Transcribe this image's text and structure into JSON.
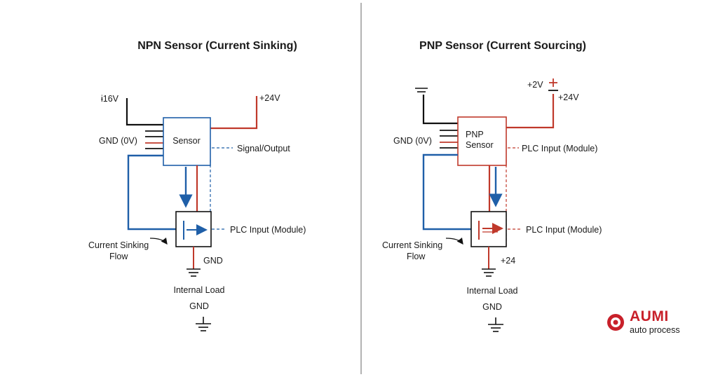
{
  "colors": {
    "red": "#c0392b",
    "blue": "#1f5fa8",
    "black": "#111111",
    "divider": "#9a9a9a"
  },
  "npn": {
    "title": "NPN Sensor (Current Sinking)",
    "supply_left": "ɨ16V",
    "supply_right": "+24V",
    "gnd_label": "GND (0V)",
    "sensor_label": "Sensor",
    "signal_label": "Signal/Output",
    "plc_label": "PLC Input (Module)",
    "flow_line1": "Current Sinking",
    "flow_line2": "Flow",
    "module_gnd": "GND",
    "internal_load": "Internal Load",
    "bottom_gnd": "GND"
  },
  "pnp": {
    "title": "PNP Sensor (Current Sourcing)",
    "supply_top": "+2V",
    "supply_right": "+24V",
    "gnd_label": "GND (0V)",
    "sensor_line1": "PNP",
    "sensor_line2": "Sensor",
    "plc_label_top": "PLC Input (Module)",
    "plc_label_bottom": "PLC Input (Module)",
    "flow_line1": "Current Sinking",
    "flow_line2": "Flow",
    "module_label": "+24",
    "internal_load": "Internal Load",
    "bottom_gnd": "GND"
  },
  "logo": {
    "name": "AUMI",
    "tagline": "auto process"
  }
}
